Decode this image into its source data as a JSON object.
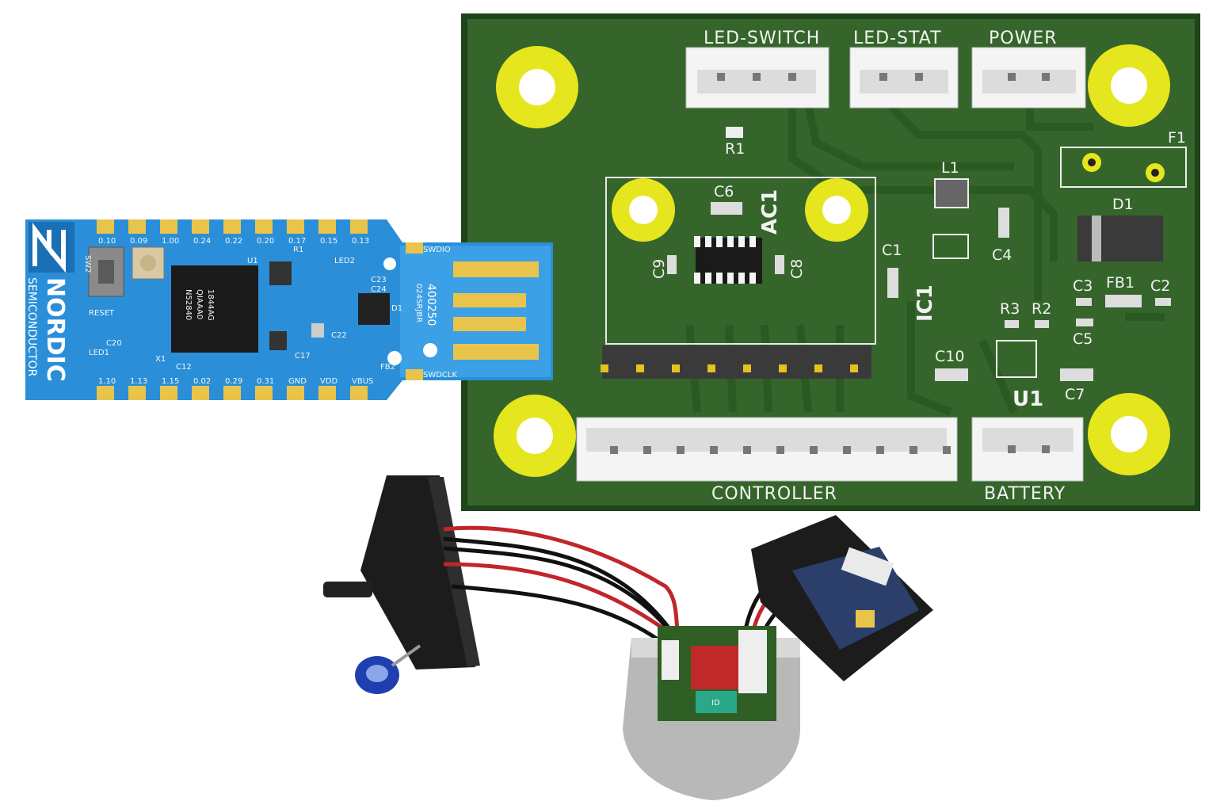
{
  "pcb": {
    "connectors": {
      "led_switch": "LED-SWITCH",
      "led_stat": "LED-STAT",
      "power": "POWER",
      "controller": "CONTROLLER",
      "battery": "BATTERY"
    },
    "refs": {
      "r1": "R1",
      "f1": "F1",
      "l1": "L1",
      "c6": "C6",
      "ac1": "AC1",
      "d1": "D1",
      "c1": "C1",
      "c4": "C4",
      "c9": "C9",
      "c8": "C8",
      "ic1": "IC1",
      "c3": "C3",
      "fb1": "FB1",
      "c2": "C2",
      "r3": "R3",
      "r2": "R2",
      "c5": "C5",
      "c10": "C10",
      "u1": "U1",
      "c7": "C7"
    }
  },
  "dongle": {
    "brand": "NORDIC",
    "brand_sub": "SEMICONDUCTOR",
    "reset": "RESET",
    "sw2": "SW2",
    "code1": "400250",
    "code2": "024SRJBR",
    "swdio": "SWDIO",
    "swdclk": "SWDCLK",
    "chip_line1": "N52840",
    "chip_line2": "QIAAA0",
    "chip_line3": "1844AG",
    "top_pins": [
      "0.10",
      "0.09",
      "1.00",
      "0.24",
      "0.22",
      "0.20",
      "0.17",
      "0.15",
      "0.13"
    ],
    "bottom_pins": [
      "1.10",
      "1.13",
      "1.15",
      "0.02",
      "0.29",
      "0.31",
      "GND",
      "VDD",
      "VBUS"
    ],
    "small_labels": [
      "C23",
      "C24",
      "D1",
      "LED2",
      "U1",
      "C22",
      "C17",
      "FB2",
      "LED1",
      "C20",
      "C12",
      "X1",
      "R1"
    ]
  },
  "device": {
    "module_label": "ID"
  },
  "colors": {
    "pcb_green": "#2f5f25",
    "pcb_board": "#35652a",
    "pad_yellow": "#e6e61e",
    "nordic_blue": "#2a8fd8",
    "gold": "#e9c44a"
  }
}
